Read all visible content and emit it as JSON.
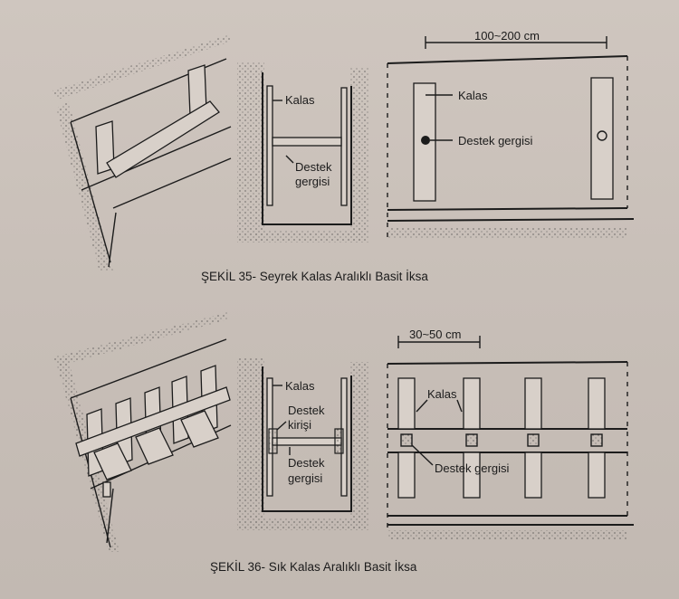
{
  "fig35": {
    "caption": "ŞEKİL 35- Seyrek Kalas Aralıklı Basit İksa",
    "section": {
      "kalas": "Kalas",
      "destek": "Destek",
      "gergisi": "gergisi"
    },
    "elevation": {
      "dimension": "100~200 cm",
      "kalas": "Kalas",
      "destek_gergisi": "Destek gergisi"
    }
  },
  "fig36": {
    "caption": "ŞEKİL 36- Sık Kalas Aralıklı Basit İksa",
    "section": {
      "kalas": "Kalas",
      "destek": "Destek",
      "kirisi": "kirişi",
      "destek2": "Destek",
      "gergisi": "gergisi"
    },
    "elevation": {
      "dimension": "30~50 cm",
      "kalas": "Kalas",
      "destek_gergisi": "Destek gergisi"
    }
  },
  "colors": {
    "ink": "#1c1c1c",
    "paper": "#c9c0b8"
  }
}
